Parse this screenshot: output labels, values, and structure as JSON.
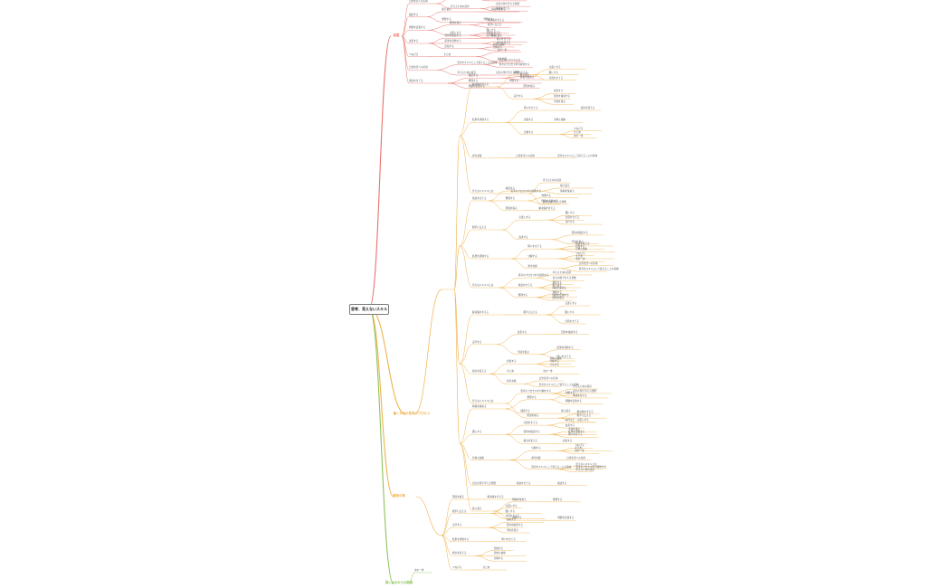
{
  "diagram": {
    "root": "思考、見えないスキル",
    "colors": {
      "branch_red": "#e8726b",
      "branch_orange": "#f0b24a",
      "branch_green": "#8cc45a",
      "root_border": "#7a7a7a",
      "text": "#555555"
    },
    "branches": [
      {
        "label": "前提",
        "color": "branch_red"
      },
      {
        "label": "働くための思考のプロセス",
        "color": "branch_orange"
      },
      {
        "label": "最後の章",
        "color": "branch_orange"
      },
      {
        "label": "思い込みからの脱却",
        "color": "branch_green"
      }
    ],
    "nodes": [
      "日常生活への応用",
      "思考をスキルとして捉えることの意味",
      "見えないスキルとは",
      "思考のプロセスを可視化する",
      "考えるための道具",
      "自分の頭で考える習慣",
      "仮説を立てる",
      "検証する",
      "振り返る",
      "情報を集める",
      "整理する",
      "判断する",
      "問題を定義する",
      "原因を探る",
      "解決策を考える",
      "相手に伝える",
      "言葉にする",
      "図にする",
      "計画を立てる",
      "実行する",
      "改善する",
      "目的を確認する",
      "手段を選ぶ",
      "結果を評価する",
      "問いを立てる",
      "視点を変える",
      "比較する",
      "具体と抽象",
      "分解する",
      "つなげる",
      "まとめ",
      "次の一歩",
      "参考文献"
    ]
  }
}
